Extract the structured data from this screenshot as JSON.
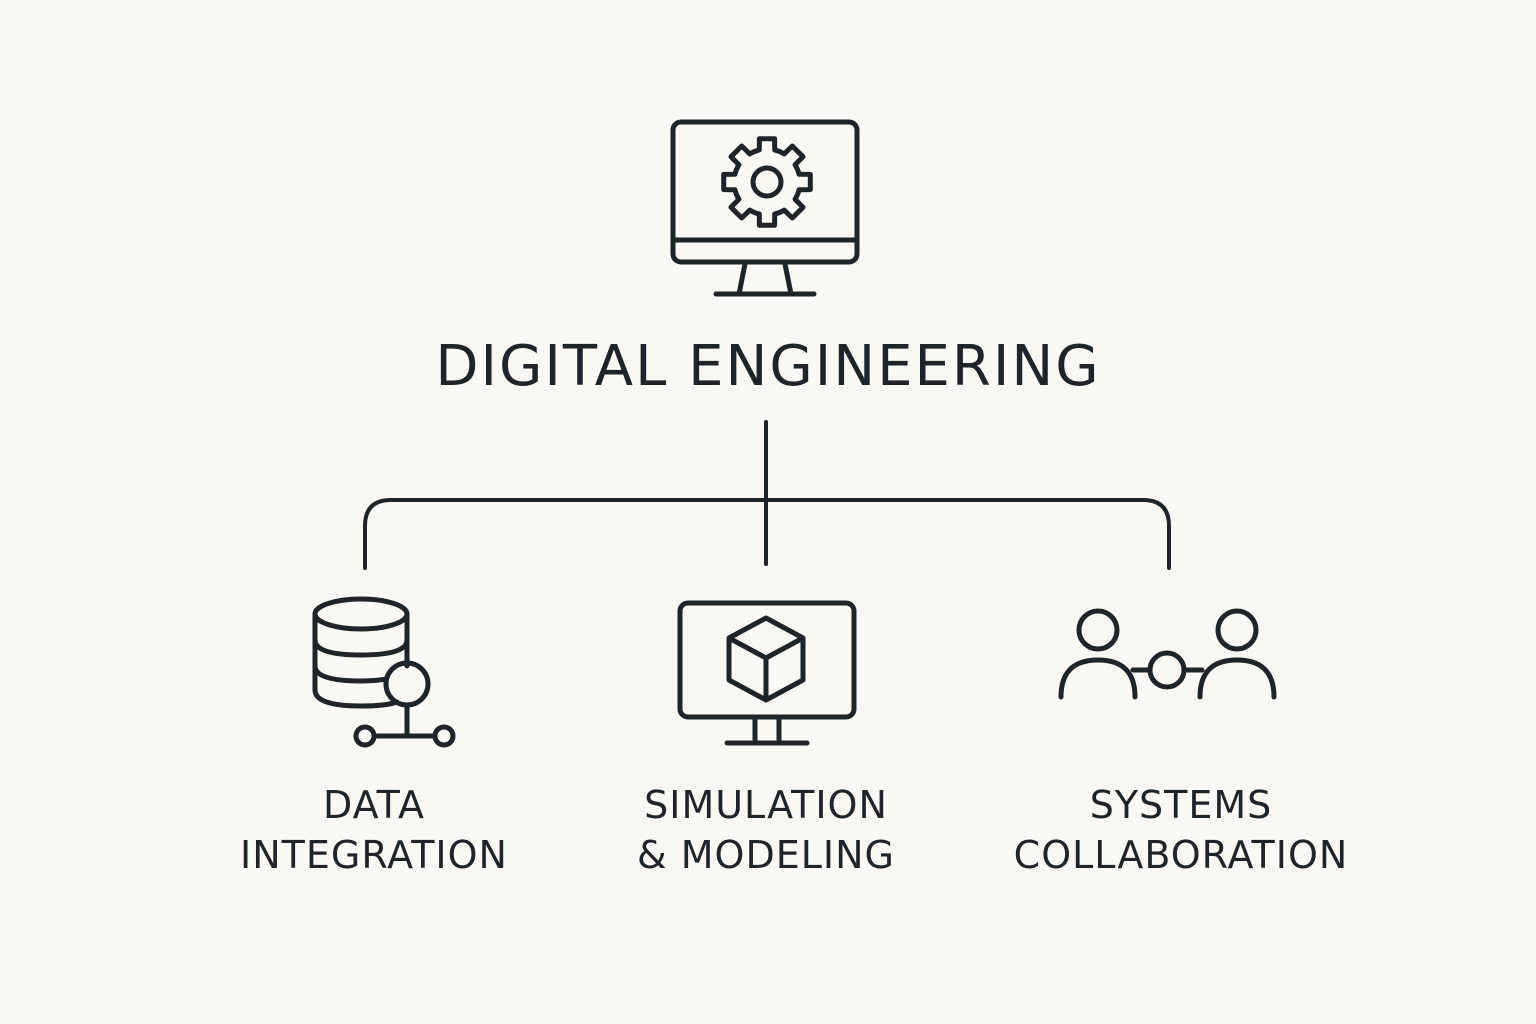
{
  "colors": {
    "background": "#f9f8f4",
    "ink": "#1f2428"
  },
  "root": {
    "title": "DIGITAL ENGINEERING",
    "icon": "monitor-gear-icon"
  },
  "branches": [
    {
      "line1": "DATA",
      "line2": "INTEGRATION",
      "icon": "database-network-icon"
    },
    {
      "line1": "SIMULATION",
      "line2": "& MODELING",
      "icon": "monitor-cube-icon"
    },
    {
      "line1": "SYSTEMS",
      "line2": "COLLABORATION",
      "icon": "people-connection-icon"
    }
  ]
}
